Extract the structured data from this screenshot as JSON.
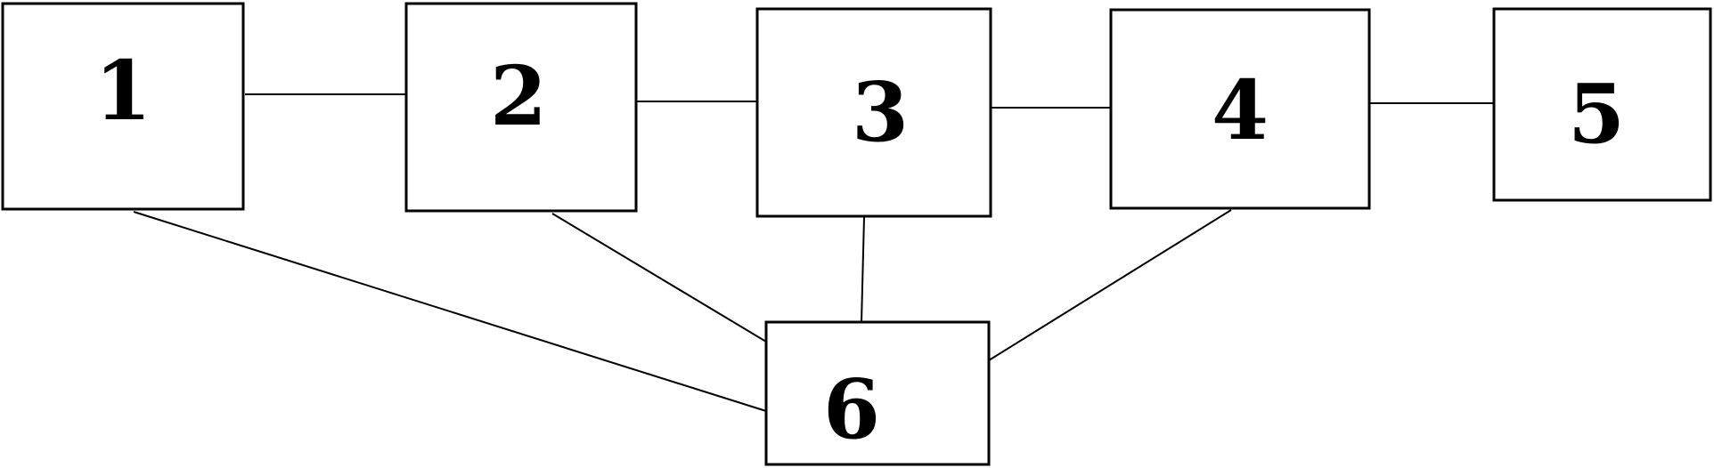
{
  "diagram": {
    "nodes": [
      {
        "id": "1",
        "label": "1"
      },
      {
        "id": "2",
        "label": "2"
      },
      {
        "id": "3",
        "label": "3"
      },
      {
        "id": "4",
        "label": "4"
      },
      {
        "id": "5",
        "label": "5"
      },
      {
        "id": "6",
        "label": "6"
      }
    ],
    "edges": [
      {
        "from": "1",
        "to": "2"
      },
      {
        "from": "2",
        "to": "3"
      },
      {
        "from": "3",
        "to": "4"
      },
      {
        "from": "4",
        "to": "5"
      },
      {
        "from": "1",
        "to": "6"
      },
      {
        "from": "2",
        "to": "6"
      },
      {
        "from": "3",
        "to": "6"
      },
      {
        "from": "4",
        "to": "6"
      }
    ]
  }
}
